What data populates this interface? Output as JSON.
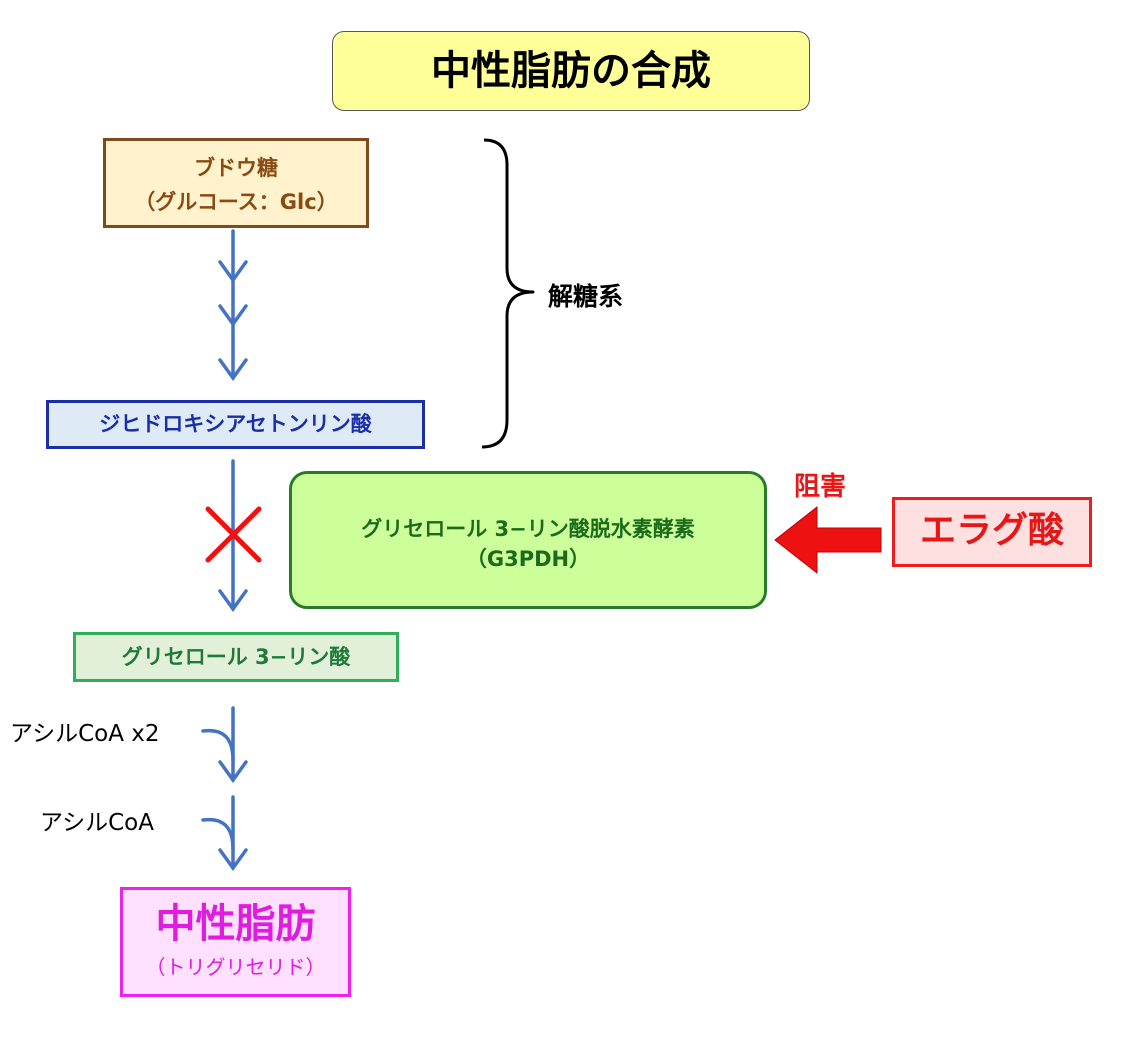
{
  "title": "中性脂肪の合成",
  "glucose": {
    "line1": "ブドウ糖",
    "line2": "（グルコース：Glc）"
  },
  "glycolysis": {
    "label": "解糖系"
  },
  "dhap": {
    "label": "ジヒドロキシアセトンリン酸"
  },
  "enzyme": {
    "line1": "グリセロール 3−リン酸脱水素酵素",
    "line2": "（G3PDH）"
  },
  "inhibition": {
    "label": "阻害"
  },
  "inhibitor": {
    "label": "エラグ酸"
  },
  "g3p": {
    "label": "グリセロール 3−リン酸"
  },
  "acyl_coa_1": {
    "label": "アシルCoA x2"
  },
  "acyl_coa_2": {
    "label": "アシルCoA"
  },
  "triglyceride": {
    "main": "中性脂肪",
    "sub": "（トリグリセリド）"
  },
  "colors": {
    "arrow": "#4472c4",
    "inhibit_red": "#ee1111",
    "brace": "#000000"
  }
}
